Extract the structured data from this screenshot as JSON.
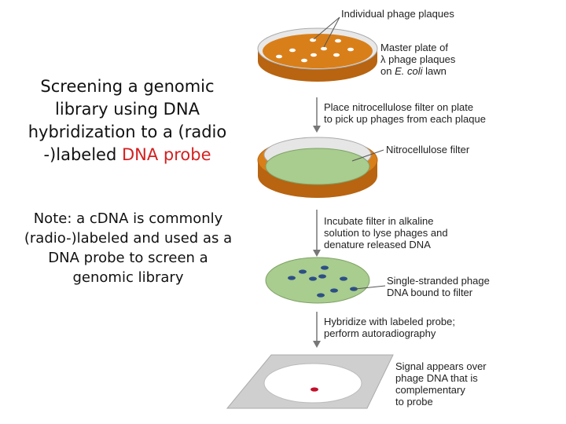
{
  "title": {
    "main": "Screening a genomic library using DNA hybridization to a (radio -)labeled ",
    "highlight": "DNA probe",
    "highlight_color": "#d42020"
  },
  "note": "Note: a cDNA is commonly (radio-)labeled and used as a DNA probe to screen a genomic library",
  "figure": {
    "label_plaques": "Individual phage plaques",
    "label_master_1": "Master plate of",
    "label_master_2": "λ phage plaques",
    "label_master_3a": "on ",
    "label_master_3b": "E. coli",
    "label_master_3c": " lawn",
    "step1_1": "Place nitrocellulose filter on plate",
    "step1_2": "to pick up phages from each plaque",
    "label_filter": "Nitrocellulose filter",
    "step2_1": "Incubate filter in alkaline",
    "step2_2": "solution to lyse phages and",
    "step2_3": "denature released DNA",
    "label_ss_1": "Single-stranded phage",
    "label_ss_2": "DNA bound to filter",
    "step3_1": "Hybridize with labeled probe;",
    "step3_2": "perform autoradiography",
    "label_signal_1": "Signal appears over",
    "label_signal_2": "phage DNA that is",
    "label_signal_3": "complementary",
    "label_signal_4": "to probe",
    "colors": {
      "plate_orange": "#d97f1a",
      "filter_green": "#a9cc8f",
      "dna_spot": "#2c4f86",
      "signal_red": "#c2102a"
    }
  }
}
